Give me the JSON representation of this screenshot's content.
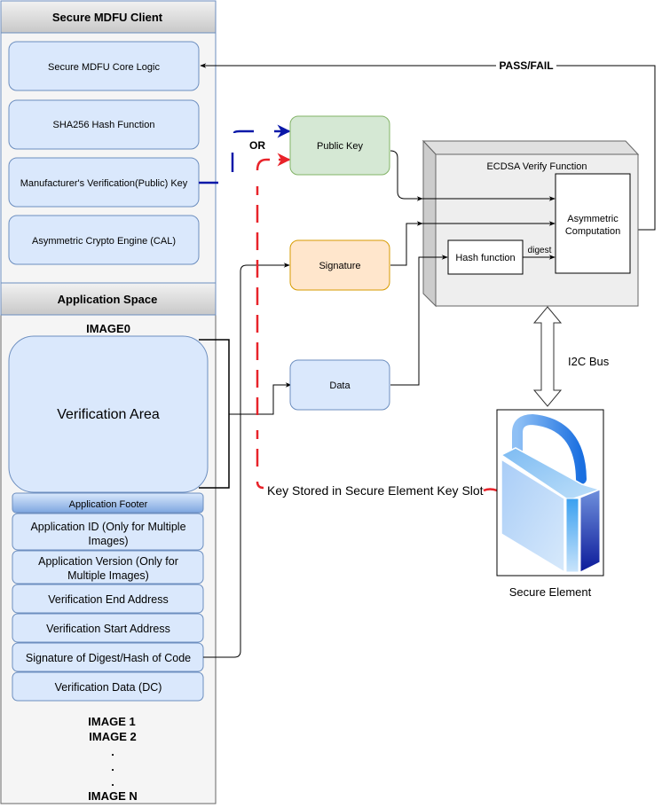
{
  "client": {
    "title": "Secure MDFU Client",
    "items": [
      {
        "label": "Secure MDFU Core Logic"
      },
      {
        "label": "SHA256 Hash Function"
      },
      {
        "label": "Manufacturer's Verification(Public) Key"
      },
      {
        "label": "Asymmetric Crypto Engine (CAL)"
      }
    ]
  },
  "app_space": {
    "title": "Application Space",
    "image0_label": "IMAGE0",
    "verification_area": "Verification Area",
    "footer_title": "Application Footer",
    "footer_items": [
      {
        "line1": "Application ID (Only for Multiple",
        "line2": "Images)"
      },
      {
        "line1": "Application Version (Only for",
        "line2": "Multiple Images)"
      },
      {
        "line1": "Verification End Address",
        "line2": ""
      },
      {
        "line1": "Verification Start Address",
        "line2": ""
      },
      {
        "line1": "Signature of Digest/Hash of Code",
        "line2": ""
      },
      {
        "line1": "Verification Data (DC)",
        "line2": ""
      }
    ],
    "more_images": [
      "IMAGE 1",
      "IMAGE 2",
      ".",
      ".",
      ".",
      "IMAGE N"
    ]
  },
  "inputs": {
    "public_key": "Public Key",
    "signature": "Signature",
    "data": "Data",
    "or_label": "OR"
  },
  "ecdsa": {
    "title": "ECDSA Verify Function",
    "hash_function": "Hash function",
    "digest_label": "digest",
    "asym_line1": "Asymmetric",
    "asym_line2": "Computation"
  },
  "result_label": "PASS/FAIL",
  "bus_label": "I2C Bus",
  "secure_element": {
    "label": "Secure Element",
    "key_slot_label": "Key Stored in Secure Element Key Slot"
  },
  "colors": {
    "panel_fill": "#f5f5f5",
    "box_fill": "#dae8fc",
    "box_stroke": "#6c8ebf",
    "public_key_fill": "#d5e8d4",
    "public_key_stroke": "#82b366",
    "signature_fill": "#ffe6cc",
    "signature_stroke": "#d79b00",
    "blue_path": "#0a18a8",
    "red_path": "#e8232a"
  }
}
